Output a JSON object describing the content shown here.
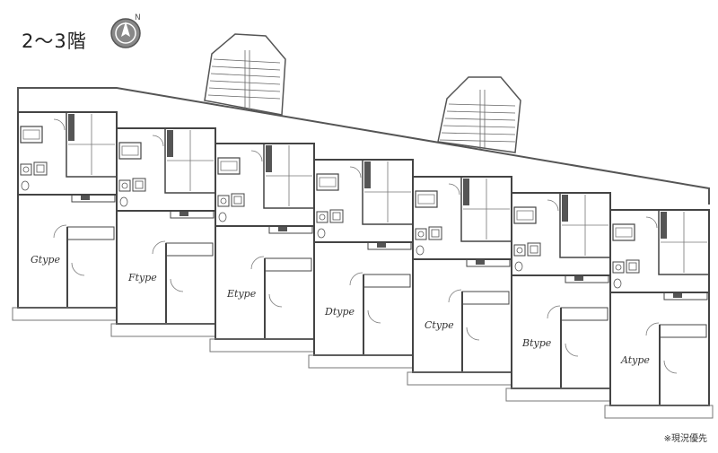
{
  "floor_label": "2〜3階",
  "compass_icon": "compass-north-icon",
  "note": "※現況優先",
  "units": [
    {
      "id": "g",
      "label": "Gtype"
    },
    {
      "id": "f",
      "label": "Ftype"
    },
    {
      "id": "e",
      "label": "Etype"
    },
    {
      "id": "d",
      "label": "Dtype"
    },
    {
      "id": "c",
      "label": "Ctype"
    },
    {
      "id": "b",
      "label": "Btype"
    },
    {
      "id": "a",
      "label": "Atype"
    }
  ],
  "colors": {
    "wall": "#444444",
    "line": "#777777",
    "fixture": "#555555"
  }
}
